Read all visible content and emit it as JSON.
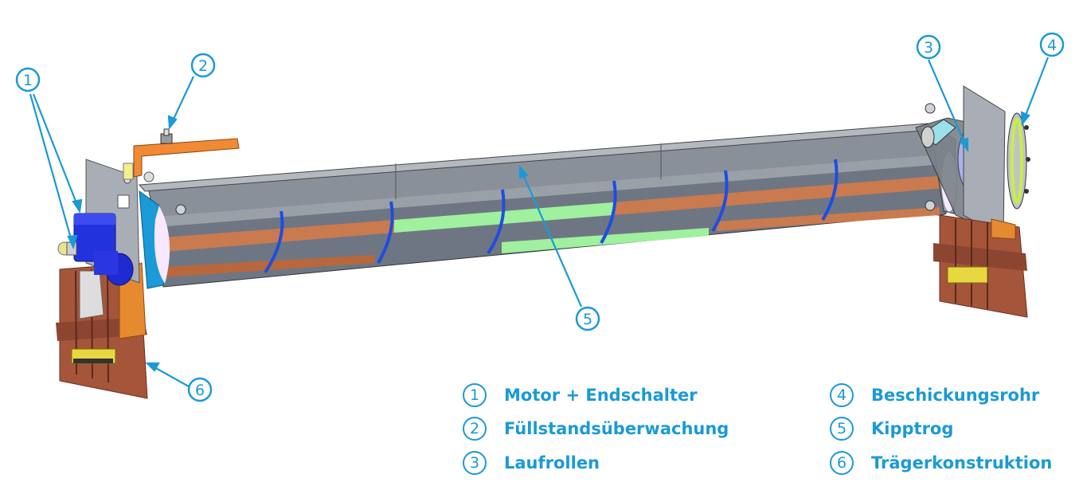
{
  "callouts": [
    "1",
    "2",
    "3",
    "4",
    "5",
    "6"
  ],
  "legend": [
    {
      "num": "1",
      "label": "Motor + Endschalter"
    },
    {
      "num": "2",
      "label": "Füllstandsüberwachung"
    },
    {
      "num": "3",
      "label": "Laufrollen"
    },
    {
      "num": "4",
      "label": "Beschickungsrohr"
    },
    {
      "num": "5",
      "label": "Kipptrog"
    },
    {
      "num": "6",
      "label": "Trägerkonstruktion"
    }
  ],
  "colors": {
    "accent": "#1a9ad6",
    "trough_grey": "#6f7683",
    "copper_band": "#c97a4f",
    "green_band": "#9ff09f",
    "motor_blue": "#2233dd",
    "beam_brown": "#a5553a",
    "sensor_orange": "#f08a35"
  }
}
